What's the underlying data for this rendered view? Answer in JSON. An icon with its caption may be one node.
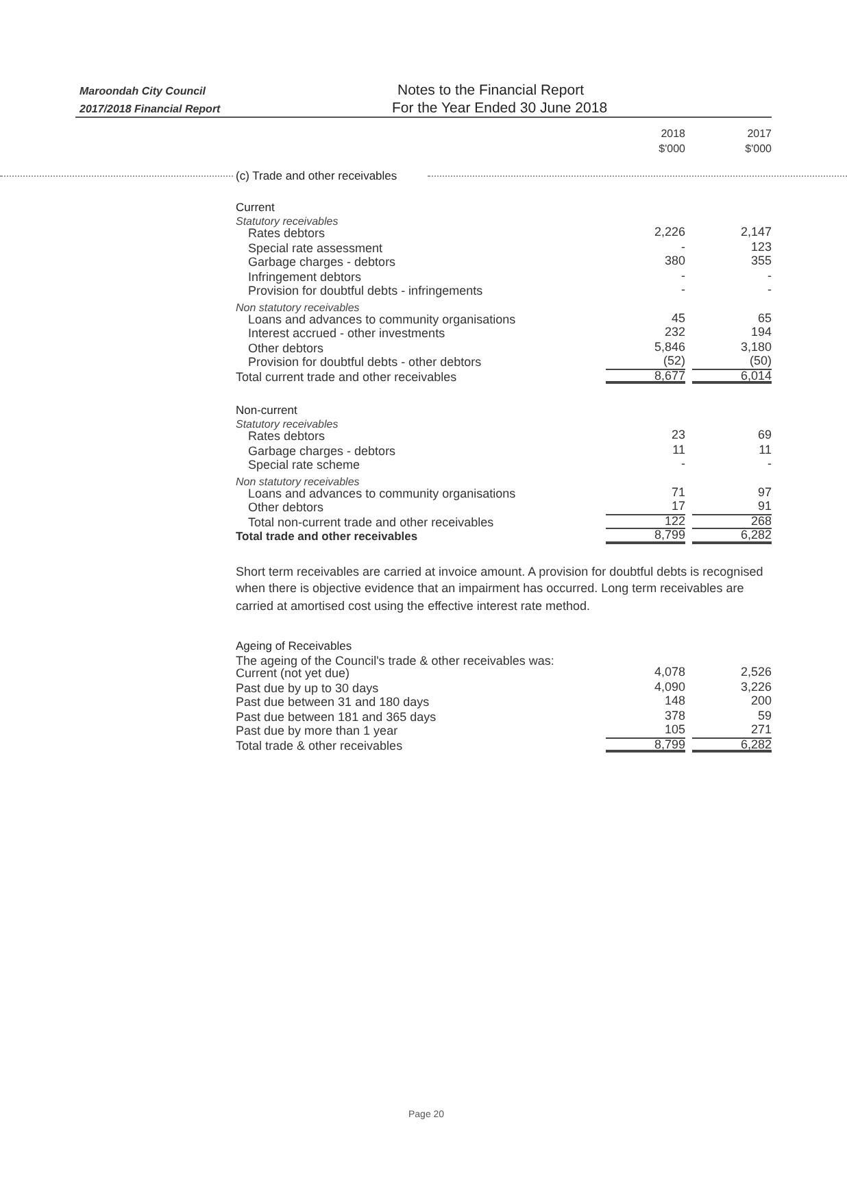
{
  "diagram": {
    "title": "Notes to the Financial Report",
    "labels": [
      "Maroondah City Council",
      "2017/2018 Financial Report",
      "For the Year Ended 30 June 2018",
      "2018",
      "2017",
      "$'000",
      "$'000",
      "(c) Trade and other receivables",
      "Current",
      "Statutory receivables",
      "Rates debtors",
      "2,226",
      "2,147",
      "Special rate assessment",
      "-",
      "123",
      "Garbage charges - debtors",
      "380",
      "355",
      "Infringement debtors",
      "-",
      "-",
      "Provision for doubtful debts - infringements",
      "-",
      "-",
      "Non statutory receivables",
      "Loans and advances to community organisations",
      "45",
      "65",
      "Interest accrued - other investments",
      "232",
      "194",
      "Other debtors",
      "5,846",
      "3,180",
      "Provision for doubtful debts - other debtors",
      "(52)",
      "(50)",
      "Total current trade and other receivables",
      "8,677",
      "6,014",
      "Non-current",
      "Statutory receivables",
      "Rates debtors",
      "23",
      "69",
      "Garbage charges - debtors",
      "11",
      "11",
      "Special rate scheme",
      "-",
      "-",
      "Non statutory receivables",
      "Loans and advances to community organisations",
      "71",
      "97",
      "Other debtors",
      "17",
      "91",
      "Total non-current trade and other receivables",
      "122",
      "268",
      "Total trade and other receivables",
      "8,799",
      "6,282",
      "Short term receivables are carried at invoice amount. A provision for doubtful debts is recognised when there is objective evidence that an impairment has occurred. Long term receivables are carried at amortised cost using the effective interest rate method.",
      "Ageing of Receivables",
      "The ageing of the Council's trade & other receivables was:",
      "Current (not yet due)",
      "4,078",
      "2,526",
      "Past due by up to 30 days",
      "4,090",
      "3,226",
      "Past due between 31 and 180 days",
      "148",
      "200",
      "Past due between 181 and 365 days",
      "378",
      "59",
      "Past due by more than 1 year",
      "105",
      "271",
      "Total trade & other receivables",
      "8,799",
      "6,282",
      "Page 20"
    ]
  }
}
